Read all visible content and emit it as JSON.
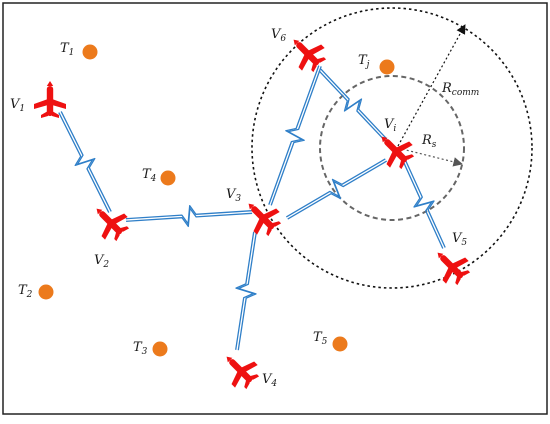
{
  "labels": {
    "targets": [
      {
        "id": "T1",
        "main": "T",
        "sub": "1"
      },
      {
        "id": "T2",
        "main": "T",
        "sub": "2"
      },
      {
        "id": "T3",
        "main": "T",
        "sub": "3"
      },
      {
        "id": "T4",
        "main": "T",
        "sub": "4"
      },
      {
        "id": "T5",
        "main": "T",
        "sub": "5"
      },
      {
        "id": "Tj",
        "main": "T",
        "sub": "j"
      }
    ],
    "vehicles": [
      {
        "id": "V1",
        "main": "V",
        "sub": "1"
      },
      {
        "id": "V2",
        "main": "V",
        "sub": "2"
      },
      {
        "id": "V3",
        "main": "V",
        "sub": "3"
      },
      {
        "id": "V4",
        "main": "V",
        "sub": "4"
      },
      {
        "id": "V5",
        "main": "V",
        "sub": "5"
      },
      {
        "id": "V6",
        "main": "V",
        "sub": "6"
      },
      {
        "id": "Vi",
        "main": "V",
        "sub": "i"
      }
    ],
    "radii": {
      "comm": {
        "main": "R",
        "sub": "comm"
      },
      "sensing": {
        "main": "R",
        "sub": "s"
      }
    }
  },
  "colors": {
    "aircraft": "#ee1111",
    "target": "#ec7a1c",
    "link": "#2f7fc8",
    "comm_circle": "#111111",
    "sensing_circle": "#6a6a6a",
    "border": "#222222"
  },
  "links": [
    [
      "V1",
      "V2"
    ],
    [
      "V2",
      "V3"
    ],
    [
      "V3",
      "V4"
    ],
    [
      "V3",
      "V6"
    ],
    [
      "V3",
      "Vi"
    ],
    [
      "V6",
      "Vi"
    ],
    [
      "Vi",
      "V5"
    ]
  ]
}
